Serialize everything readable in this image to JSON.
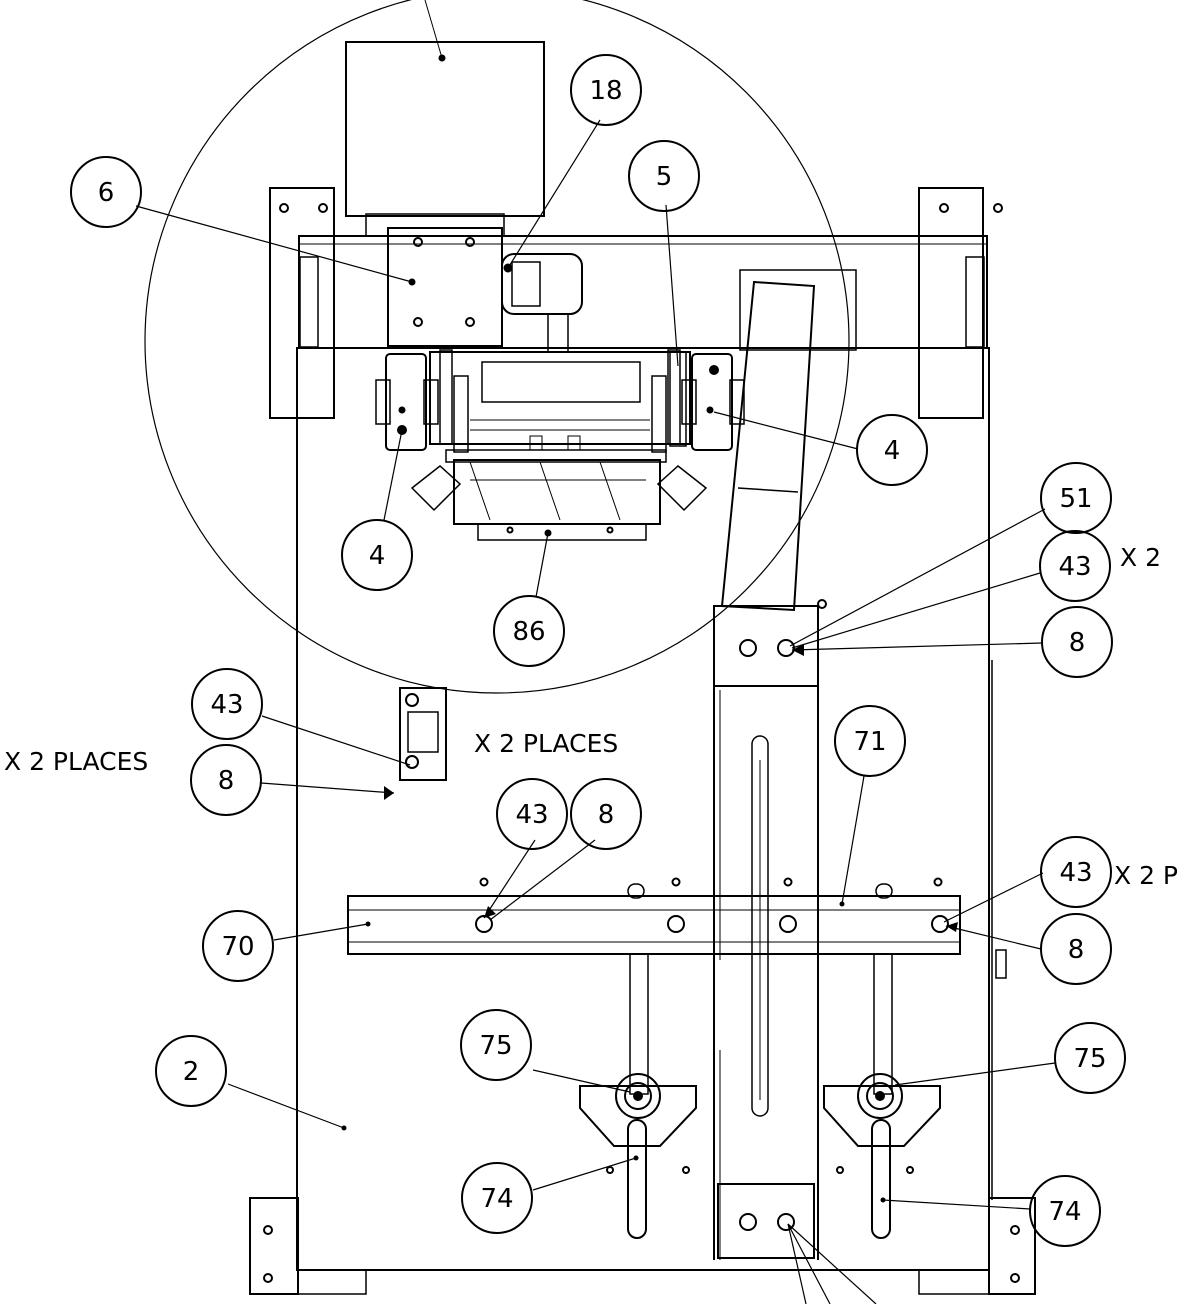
{
  "balloons": {
    "b6": "6",
    "b18": "18",
    "b5": "5",
    "b4_right": "4",
    "b4_left": "4",
    "b86": "86",
    "b51": "51",
    "b43_top_right": "43",
    "b8_top_right": "8",
    "b43_left": "43",
    "b8_left": "8",
    "b71": "71",
    "b43_mid": "43",
    "b8_mid": "8",
    "b43_bar_right": "43",
    "b8_bar_right": "8",
    "b70": "70",
    "b2": "2",
    "b75_left": "75",
    "b75_right": "75",
    "b74_left": "74",
    "b74_right": "74"
  },
  "notes": {
    "x2_top_right": "X 2",
    "x2_places_left": "X 2 PLACES",
    "x2_places_center": "X 2 PLACES",
    "x2_bar_right": "X 2 P"
  },
  "colors": {
    "line": "#000000",
    "background": "#ffffff"
  }
}
